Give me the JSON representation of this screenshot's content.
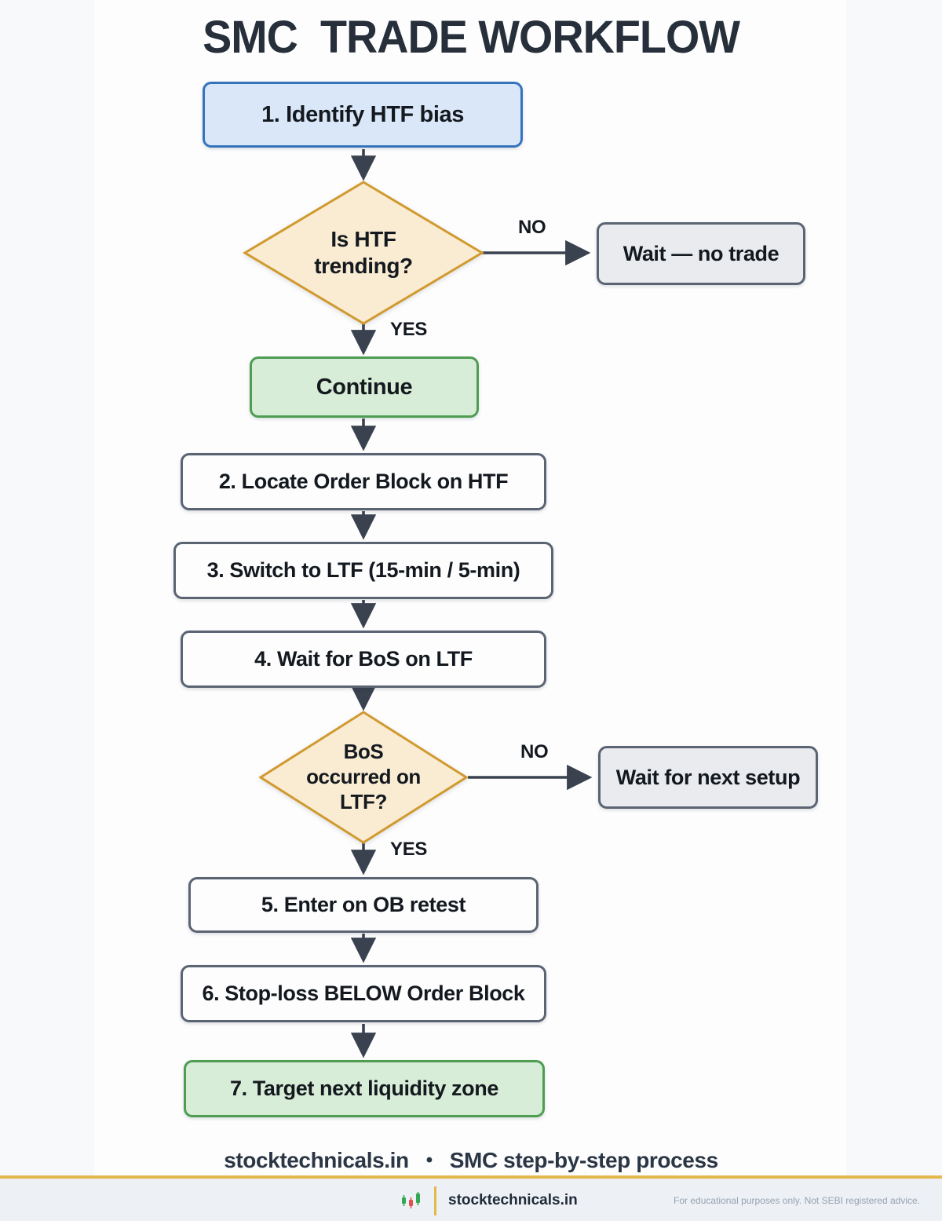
{
  "title": "SMC  TRADE WORKFLOW",
  "flow": {
    "step1": "1. Identify HTF bias",
    "decision1": "Is HTF\ntrending?",
    "decision1_no": "NO",
    "decision1_yes": "YES",
    "wait_no_trade": "Wait — no trade",
    "continue_label": "Continue",
    "step2": "2. Locate Order Block on HTF",
    "step3": "3. Switch to LTF (15-min / 5-min)",
    "step4": "4. Wait for BoS on LTF",
    "decision2": "BoS\noccurred on\nLTF?",
    "decision2_no": "NO",
    "decision2_yes": "YES",
    "wait_next_setup": "Wait for next setup",
    "step5": "5. Enter on OB retest",
    "step6": "6. Stop-loss BELOW Order Block",
    "step7": "7. Target next liquidity zone"
  },
  "caption": {
    "site": "stocktechnicals.in",
    "separator": "•",
    "text": "SMC step-by-step process"
  },
  "footer_bar": {
    "brand": "stocktechnicals.in",
    "disclaimer": "For educational purposes only. Not SEBI registered advice."
  },
  "colors": {
    "accent_blue": "#3574bd",
    "blue_fill": "#d9e7f8",
    "accent_green": "#4e9d52",
    "green_fill": "#d8edd7",
    "accent_amber": "#d09a2f",
    "amber_fill": "#faecd2",
    "gray_border": "#5b6472",
    "gray_fill": "#e9ebee",
    "arrow": "#3a4250",
    "gold_line": "#e3b94e",
    "candle_green": "#34a853",
    "candle_red": "#e05252"
  }
}
